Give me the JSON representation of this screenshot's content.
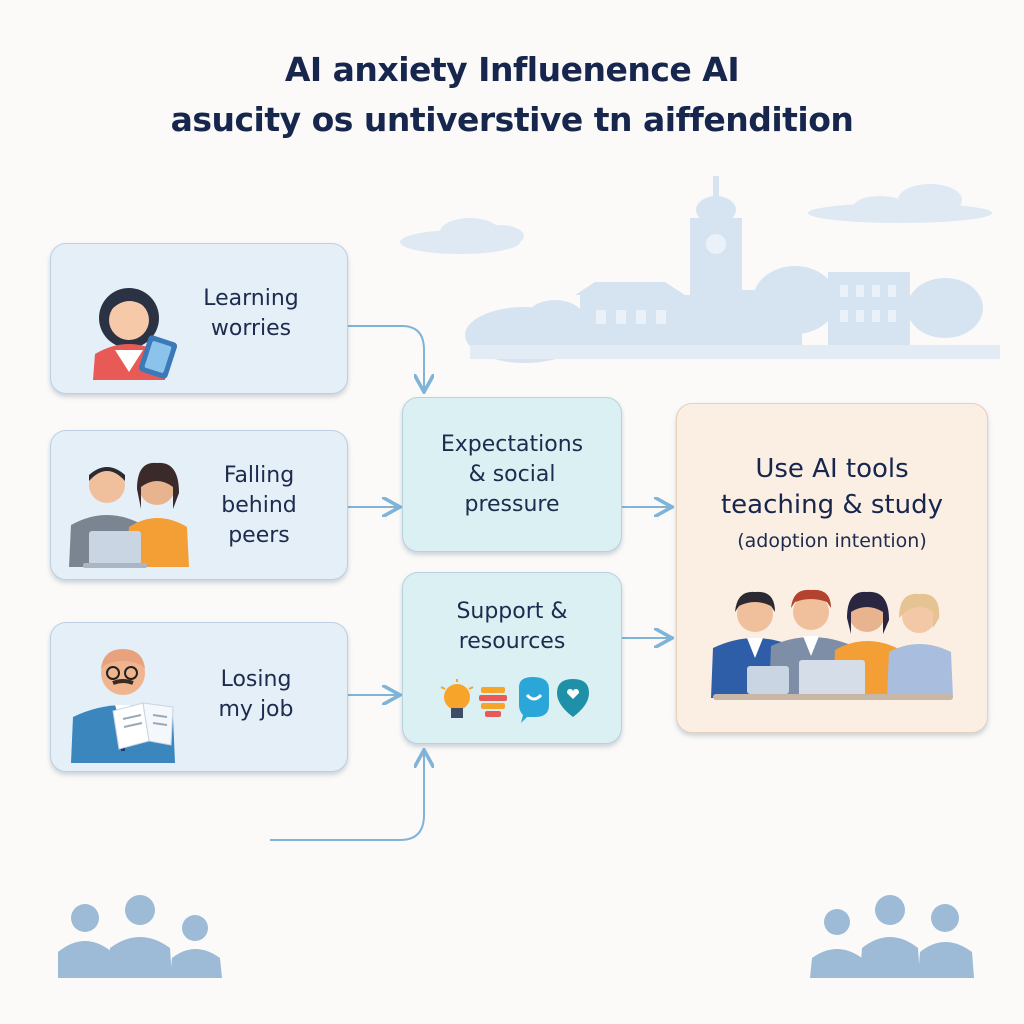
{
  "title": {
    "line1": "AI anxiety Influenence AI",
    "line2": "asucity os untiverstive tn aiffendition"
  },
  "boxes": {
    "learning": {
      "line1": "Learning",
      "line2": "worries"
    },
    "falling": {
      "line1": "Falling",
      "line2": "behind",
      "line3": "peers"
    },
    "losing": {
      "line1": "Losing",
      "line2": "my job"
    },
    "expectations": {
      "line1": "Expectations",
      "line2": "& social",
      "line3": "pressure"
    },
    "support": {
      "line1": "Support &",
      "line2": "resources"
    },
    "outcome": {
      "line1": "Use AI tools",
      "line2": "teaching & study",
      "sub": "(adoption intention)"
    }
  },
  "icons": [
    "lightbulb-icon",
    "books-icon",
    "chat-bubble-icon",
    "heart-pin-icon"
  ],
  "colors": {
    "title": "#16264d",
    "left_box": "#e4eff7",
    "middle_box": "#dbf0f2",
    "outcome_box": "#fbeee2",
    "arrow": "#7fb4d8"
  }
}
